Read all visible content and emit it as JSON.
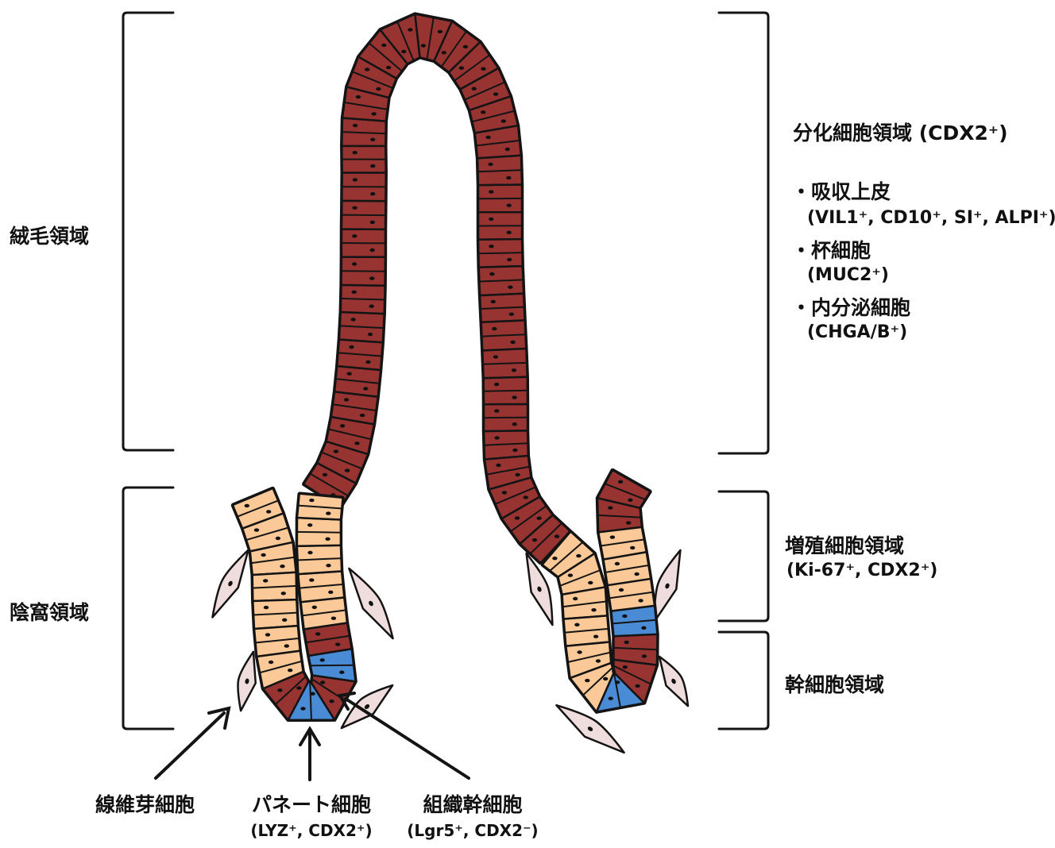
{
  "regions": {
    "villus": "絨毛領域",
    "crypt": "陰窩領域",
    "differentiated": "分化細胞領域 (CDX2⁺)",
    "proliferative": "増殖細胞領域",
    "proliferative_markers": "(Ki-67⁺, CDX2⁺)",
    "stem": "幹細胞領域"
  },
  "cell_types": [
    {
      "name": "・吸収上皮",
      "markers": "(VIL1⁺, CD10⁺, SI⁺, ALPI⁺)"
    },
    {
      "name": "・杯細胞",
      "markers": "(MUC2⁺)"
    },
    {
      "name": "・内分泌細胞",
      "markers": "(CHGA/B⁺)"
    }
  ],
  "callouts": {
    "fibroblast": "線維芽細胞",
    "paneth": "パネート細胞",
    "paneth_markers": "(LYZ⁺, CDX2⁺)",
    "stem_cell": "組織幹細胞",
    "stem_cell_markers": "(Lgr5⁺, CDX2⁻)"
  },
  "colors": {
    "differentiated_cell": "#973432",
    "proliferating_cell": "#fbc998",
    "stem_cell": "#4a8bd6",
    "fibroblast": "#efdcdc",
    "outline": "#141414"
  }
}
